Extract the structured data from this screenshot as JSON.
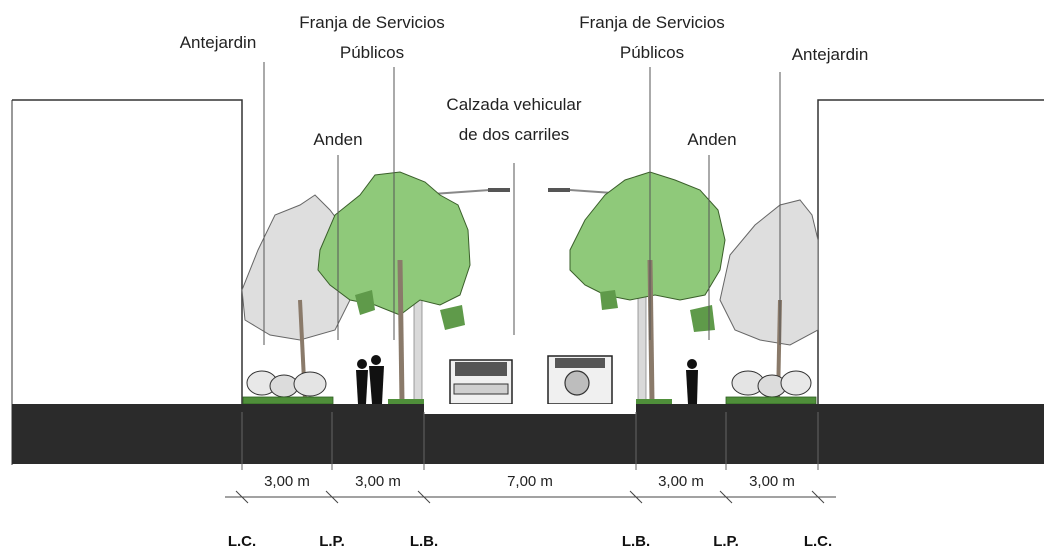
{
  "labels": {
    "antejardin_left": "Antejardin",
    "franja_left_line1": "Franja de Servicios",
    "franja_left_line2": "Públicos",
    "anden_left": "Anden",
    "calzada_line1": "Calzada vehicular",
    "calzada_line2": "de dos carriles",
    "franja_right_line1": "Franja de Servicios",
    "franja_right_line2": "Públicos",
    "anden_right": "Anden",
    "antejardin_right": "Antejardin"
  },
  "dimensions": {
    "d1": "3,00 m",
    "d2": "3,00 m",
    "d3": "7,00 m",
    "d4": "3,00 m",
    "d5": "3,00 m"
  },
  "limits": {
    "lc_left": "L.C.",
    "lp_left": "L.P.",
    "lb_left": "L.B.",
    "lb_right": "L.B.",
    "lp_right": "L.P.",
    "lc_right": "L.C."
  },
  "colors": {
    "ground": "#2b2b2b",
    "tree_green": "#8fc97a",
    "tree_dark": "#5f9a4a",
    "tree_grey": "#dcdcdc",
    "grass": "#4f8f3a"
  }
}
